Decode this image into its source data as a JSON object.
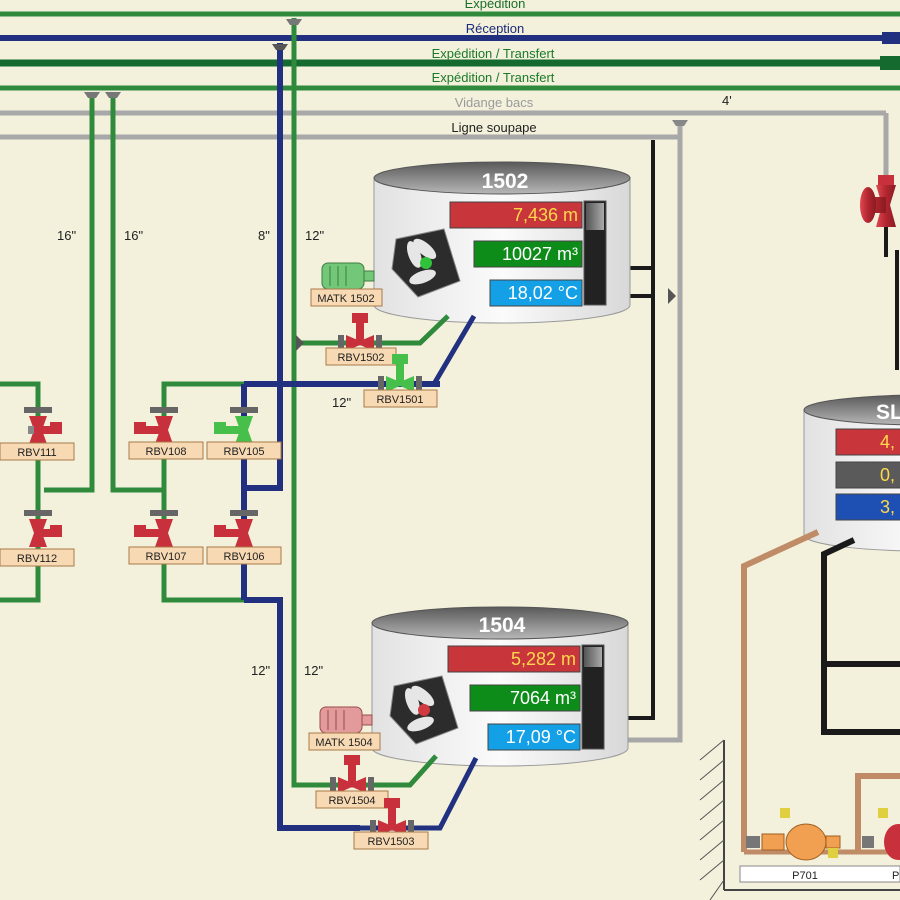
{
  "headers": {
    "expedition": "Expédition",
    "reception": "Réception",
    "expedition_transfert_1": "Expédition / Transfert",
    "expedition_transfert_2": "Expédition / Transfert",
    "vidange_bacs": "Vidange bacs",
    "ligne_soupape": "Ligne soupape"
  },
  "pipe_sizes": {
    "main_vent": "4'",
    "pipe_a": "16\"",
    "pipe_b": "16\"",
    "pipe_c": "8\"",
    "pipe_d": "12\"",
    "tank1502_outlet": "12\"",
    "pipe_e": "12\"",
    "pipe_f": "12\""
  },
  "tanks": {
    "t1502": {
      "name": "1502",
      "level": "7,436 m",
      "volume": "10027 m³",
      "temperature": "18,02 °C",
      "mixer": "MATK 1502",
      "valve_in": "RBV1502",
      "valve_out": "RBV1501",
      "level_fraction": 0.27
    },
    "t1504": {
      "name": "1504",
      "level": "5,282 m",
      "volume": "7064 m³",
      "temperature": "17,09 °C",
      "mixer": "MATK 1504",
      "valve_in": "RBV1504",
      "valve_out": "RBV1503",
      "level_fraction": 0.2
    },
    "tsl": {
      "name": "SL",
      "level": "4,",
      "volume": "0,",
      "temperature": "3,"
    }
  },
  "valves": {
    "rbv111": "RBV111",
    "rbv112": "RBV112",
    "rbv108": "RBV108",
    "rbv105": "RBV105",
    "rbv107": "RBV107",
    "rbv106": "RBV106"
  },
  "pumps": {
    "p701": "P701",
    "p702": "P"
  },
  "colors": {
    "background": "#f3f1dc",
    "pipe_green": "#2f8a3c",
    "pipe_dark_green": "#146a2f",
    "pipe_blue": "#22317f",
    "pipe_grey": "#a8a8a8",
    "pipe_black": "#1a1a1a",
    "pipe_copper": "#c08c68",
    "valve_red": "#c8313c",
    "valve_green": "#46c04a",
    "level_bg": "#c8363c",
    "volume_bg": "#0e8c1a",
    "temp_bg": "#14a0e6",
    "level_text": "#ffd84c",
    "volume_text": "#ffffff",
    "temp_text": "#ffffff"
  },
  "icons": {
    "mixer": "mixer-propeller-icon",
    "motor": "motor-icon",
    "valve": "gate-valve-icon",
    "pump": "centrifugal-pump-icon"
  }
}
